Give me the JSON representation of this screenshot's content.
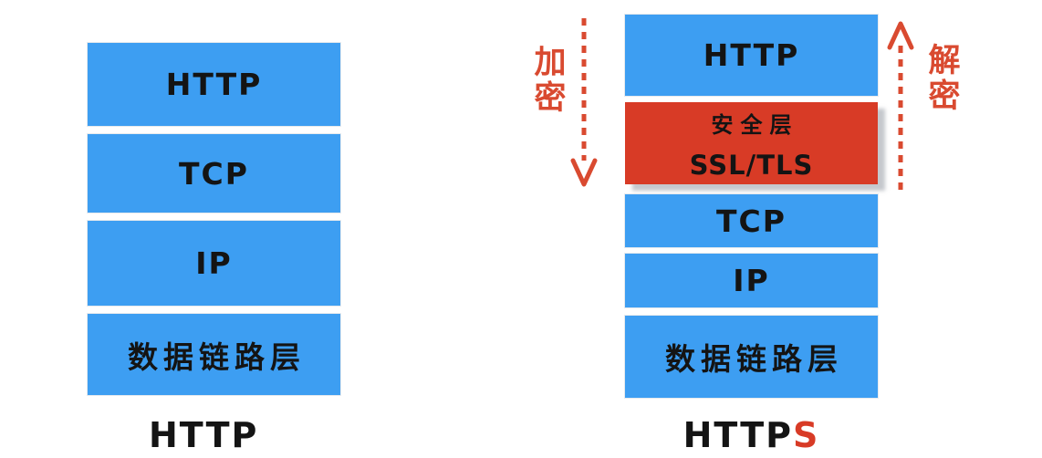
{
  "colors": {
    "layer_blue": "#3d9ef2",
    "layer_red": "#d83b26",
    "annotation_red": "#d94a30",
    "text_black": "#141414",
    "background": "#ffffff"
  },
  "left_stack": {
    "caption": "HTTP",
    "layers": [
      {
        "label": "HTTP"
      },
      {
        "label": "TCP"
      },
      {
        "label": "IP"
      },
      {
        "label": "数据链路层"
      }
    ]
  },
  "right_stack": {
    "caption_base": "HTTP",
    "caption_suffix": "S",
    "layers": [
      {
        "label": "HTTP",
        "color": "blue"
      },
      {
        "label": "安全层",
        "sublabel": "SSL/TLS",
        "color": "red"
      },
      {
        "label": "TCP",
        "color": "blue"
      },
      {
        "label": "IP",
        "color": "blue"
      },
      {
        "label": "数据链路层",
        "color": "blue"
      }
    ]
  },
  "annotations": {
    "encrypt": "加密",
    "decrypt": "解密"
  }
}
